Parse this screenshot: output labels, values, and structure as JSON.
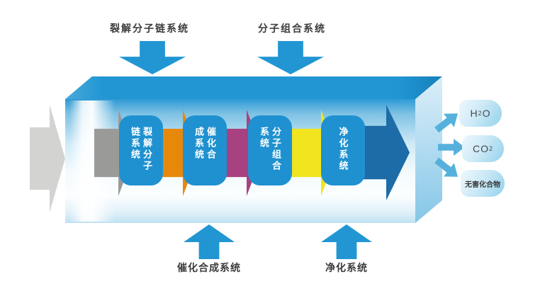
{
  "diagram_title": "pollutant-decomposition-process",
  "colors": {
    "primary_blue": "#2196d3",
    "stage_box_blue": "#1f91d0",
    "exit_arrow_dark_blue": "#1d6ba7",
    "arrow_orange": "#e8880b",
    "arrow_magenta": "#a8417f",
    "arrow_yellow": "#f0e51f",
    "arrow_gray_outer": "#d3d3d2",
    "arrow_gray_inner": "#9a9a99",
    "fan_arrow_blue": "#55b1dc"
  },
  "top_callouts": [
    {
      "label": "裂解分子链系统"
    },
    {
      "label": "分子组合系统"
    }
  ],
  "bottom_callouts": [
    {
      "label": "催化合成系统"
    },
    {
      "label": "净化系统"
    }
  ],
  "stages": [
    {
      "name": "裂解分子链系统",
      "columns": [
        "裂解分子",
        "链系统"
      ]
    },
    {
      "name": "催化合成系统",
      "columns": [
        "催化合",
        "成系统"
      ]
    },
    {
      "name": "分子组合系统",
      "columns": [
        "分子组合",
        "系统"
      ]
    },
    {
      "name": "净化系统",
      "columns": [
        "净化系统"
      ]
    }
  ],
  "outputs": [
    {
      "main": "H",
      "sub": "2",
      "tail": "O"
    },
    {
      "main": "CO",
      "sub": "2",
      "tail": ""
    },
    {
      "main": "无害化合物",
      "sub": "",
      "tail": ""
    }
  ]
}
